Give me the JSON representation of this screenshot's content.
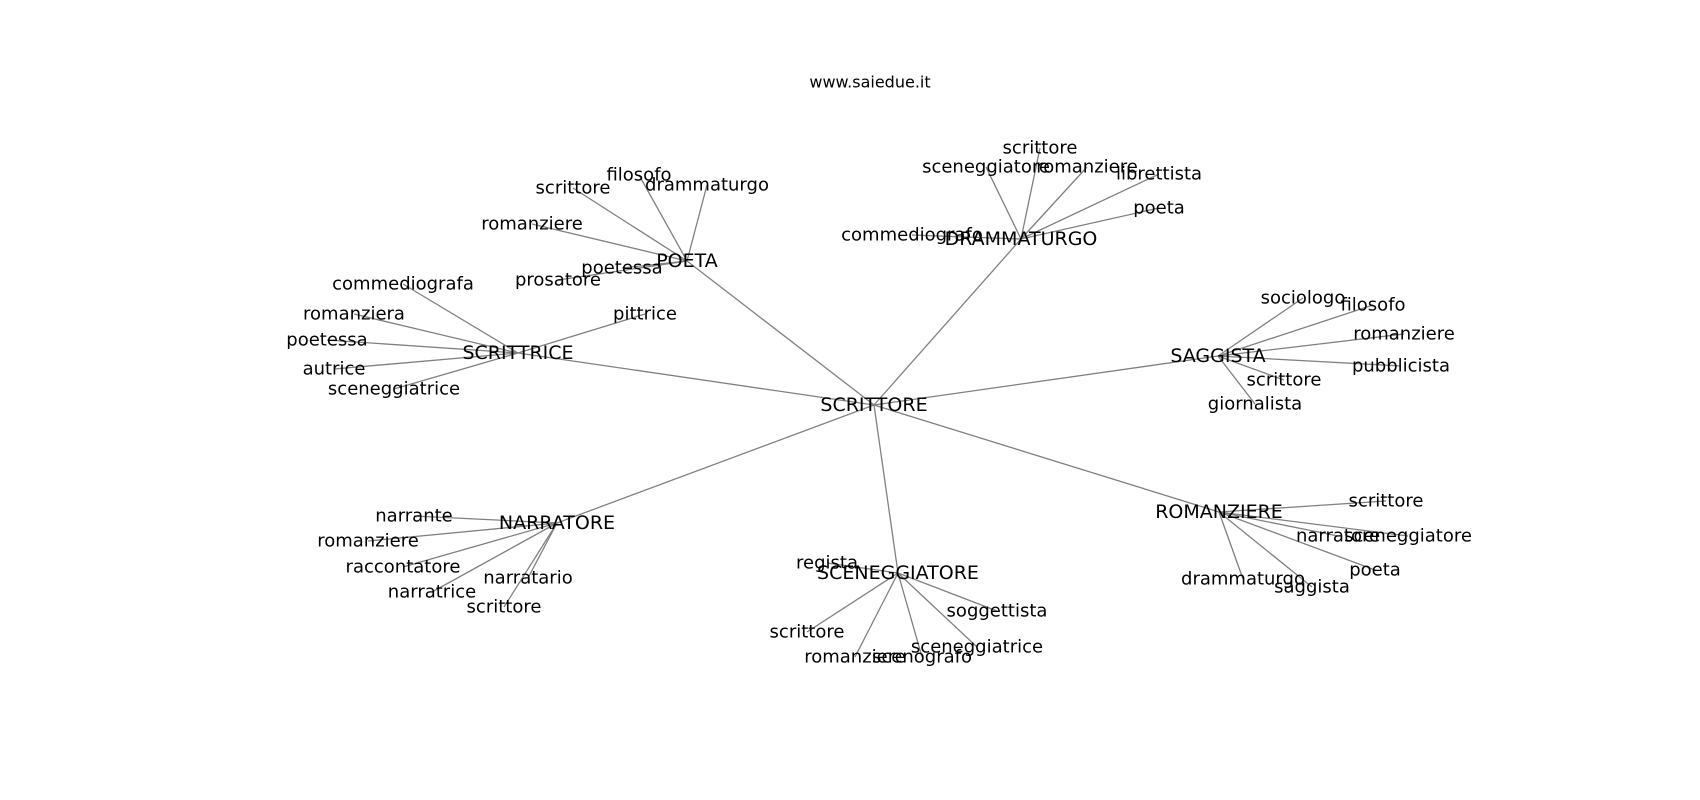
{
  "site": "www.saiedue.it",
  "colors": {
    "edge": "#808080",
    "text": "#000000",
    "background": "#ffffff"
  },
  "graph": {
    "center": "SCRITTORE",
    "clusters": [
      {
        "id": "poeta",
        "label": "POETA",
        "leaves": [
          "filosofo",
          "drammaturgo",
          "scrittore",
          "romanziere",
          "poetessa",
          "prosatore"
        ]
      },
      {
        "id": "drammaturgo",
        "label": "DRAMMATURGO",
        "leaves": [
          "scrittore",
          "sceneggiatore",
          "romanziere",
          "librettista",
          "poeta",
          "commediografo"
        ]
      },
      {
        "id": "scrittrice",
        "label": "SCRITTRICE",
        "leaves": [
          "commediografa",
          "romanziera",
          "poetessa",
          "autrice",
          "sceneggiatrice",
          "pittrice"
        ]
      },
      {
        "id": "saggista",
        "label": "SAGGISTA",
        "leaves": [
          "sociologo",
          "filosofo",
          "romanziere",
          "pubblicista",
          "scrittore",
          "giornalista"
        ]
      },
      {
        "id": "narratore",
        "label": "NARRATORE",
        "leaves": [
          "narrante",
          "romanziere",
          "raccontatore",
          "narratrice",
          "narratario",
          "scrittore"
        ]
      },
      {
        "id": "sceneggiatore",
        "label": "SCENEGGIATORE",
        "leaves": [
          "regista",
          "scrittore",
          "romanziere",
          "scenografo",
          "sceneggiatrice",
          "soggettista"
        ]
      },
      {
        "id": "romanziere",
        "label": "ROMANZIERE",
        "leaves": [
          "scrittore",
          "narratore",
          "sceneggiatore",
          "poeta",
          "drammaturgo",
          "saggista"
        ]
      }
    ]
  }
}
